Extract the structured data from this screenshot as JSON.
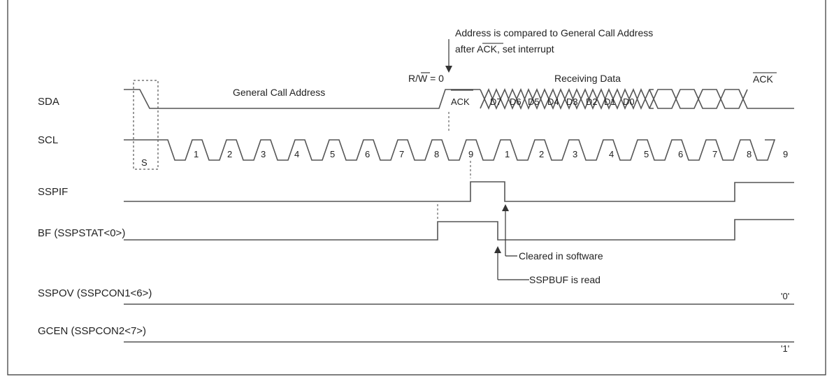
{
  "colors": {
    "waveform": "#555555",
    "frame": "#333333",
    "text": "#222222"
  },
  "signals": {
    "sda": "SDA",
    "scl": "SCL",
    "sspif": "SSPIF",
    "bf": "BF (SSPSTAT<0>)",
    "sspov": "SSPOV (SSPCON1<6>)",
    "gcen": "GCEN (SSPCON2<7>)"
  },
  "annotations": {
    "address_compare_line1": "Address is compared to General Call Address",
    "address_compare_line2_pre": "after ",
    "address_compare_line2_ack": "ACK",
    "address_compare_line2_post": ", set interrupt",
    "rw_label": "R/",
    "rw_bar": "W",
    "rw_value": " = 0",
    "general_call": "General Call Address",
    "receiving_data": "Receiving Data",
    "ack_top": "ACK",
    "start": "S",
    "cleared_software": "Cleared in software",
    "sspbuf_read": "SSPBUF is read",
    "sspov_value": "'0'",
    "gcen_value": "'1'"
  },
  "sda_bits": {
    "ack": "ACK",
    "d7": "D7",
    "d6": "D6",
    "d5": "D5",
    "d4": "D4",
    "d3": "D3",
    "d2": "D2",
    "d1": "D1",
    "d0": "D0"
  },
  "scl_counts": {
    "first": [
      "1",
      "2",
      "3",
      "4",
      "5",
      "6",
      "7",
      "8",
      "9"
    ],
    "second": [
      "1",
      "2",
      "3",
      "4",
      "5",
      "6",
      "7",
      "8",
      "9"
    ]
  }
}
